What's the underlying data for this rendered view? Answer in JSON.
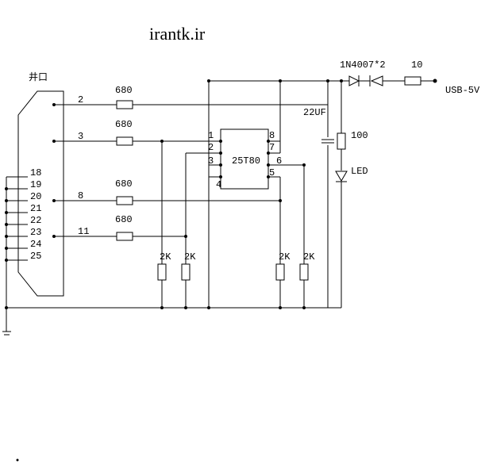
{
  "site_title": "irantk.ir",
  "port_label": "井口",
  "chip_label": "25T80",
  "power_label": "USB-5V",
  "diode_label": "1N4007*2",
  "res_labels": {
    "r1": "680",
    "r2": "680",
    "r3": "680",
    "r4": "680",
    "r_power": "10",
    "r_led": "100",
    "pd1": "2K",
    "pd2": "2K",
    "pd3": "2K",
    "pd4": "2K"
  },
  "cap_label": "22UF",
  "led_label": "LED",
  "port_pins": {
    "p2": "2",
    "p3": "3",
    "p8": "8",
    "p11": "11"
  },
  "ground_pins": [
    "18",
    "19",
    "20",
    "21",
    "22",
    "23",
    "24",
    "25"
  ],
  "chip_pins": {
    "c1": "1",
    "c2": "2",
    "c3": "3",
    "c4": "4",
    "c5": "5",
    "c6": "6",
    "c7": "7",
    "c8": "8"
  }
}
